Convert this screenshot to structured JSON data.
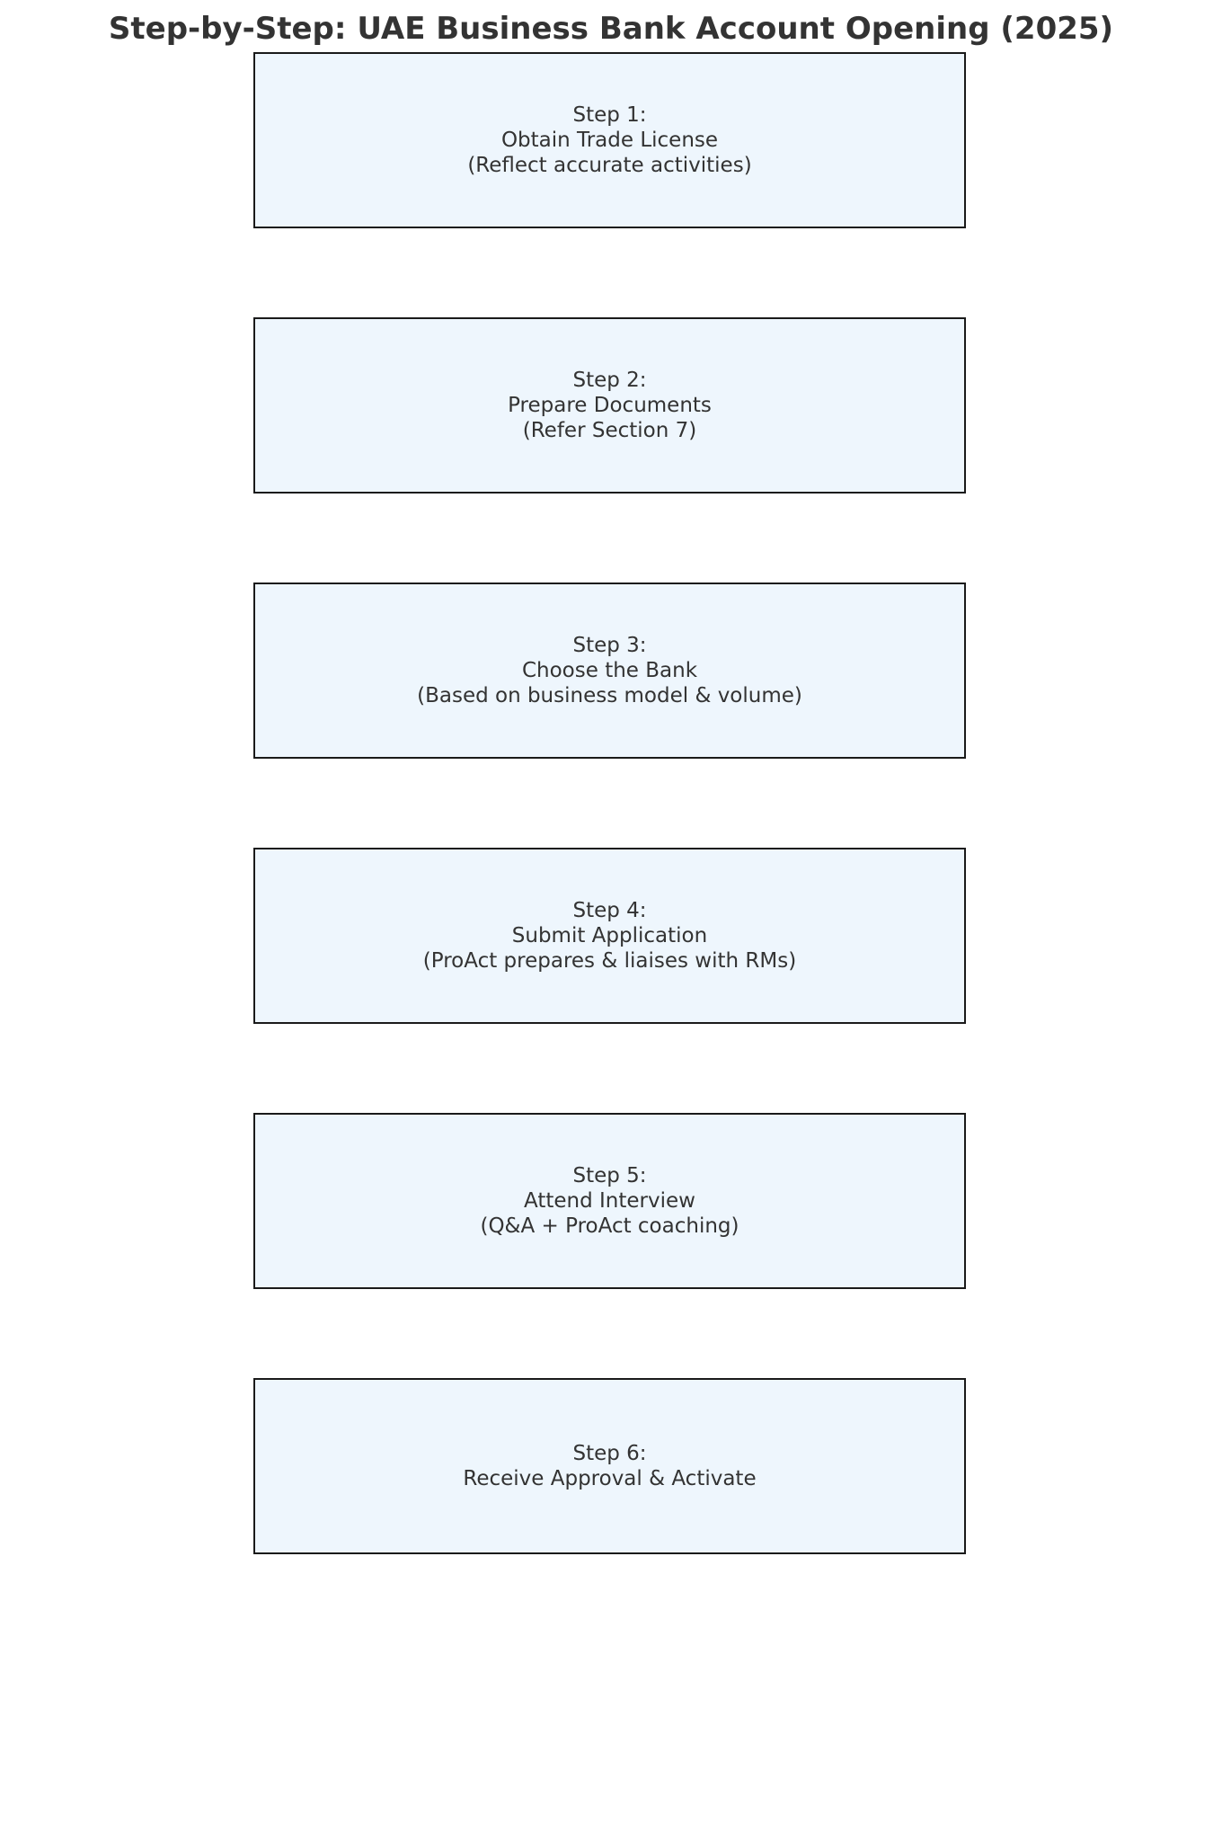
{
  "diagram": {
    "title": "Step-by-Step: UAE Business Bank Account Opening (2025)",
    "colors": {
      "box_fill": "#eef6fd",
      "box_border": "#1a1a1a",
      "text": "#333333"
    },
    "steps": [
      {
        "heading": "Step 1:",
        "action": "Obtain Trade License",
        "note": "(Reflect accurate activities)"
      },
      {
        "heading": "Step 2:",
        "action": "Prepare Documents",
        "note": "(Refer Section 7)"
      },
      {
        "heading": "Step 3:",
        "action": "Choose the Bank",
        "note": "(Based on business model & volume)"
      },
      {
        "heading": "Step 4:",
        "action": "Submit Application",
        "note": "(ProAct prepares & liaises with RMs)"
      },
      {
        "heading": "Step 5:",
        "action": "Attend Interview",
        "note": "(Q&A + ProAct coaching)"
      },
      {
        "heading": "Step 6:",
        "action": "Receive Approval & Activate"
      }
    ]
  }
}
